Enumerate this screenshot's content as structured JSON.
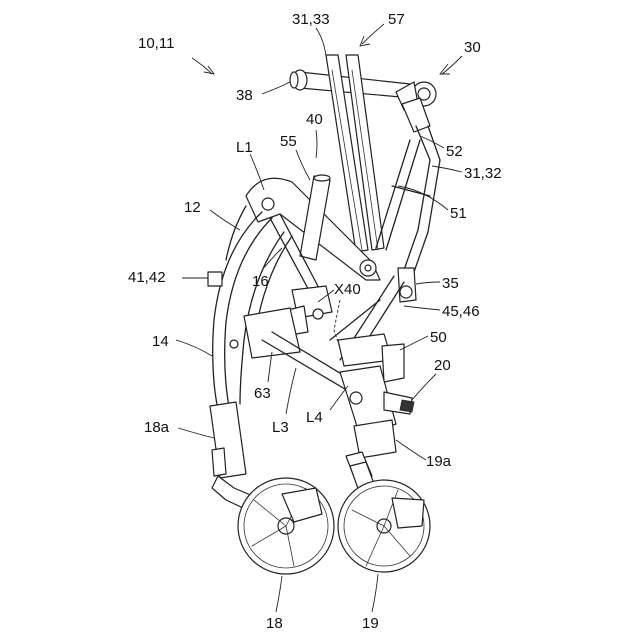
{
  "labels": {
    "l_10_11": "10,11",
    "l_31_33": "31,33",
    "l_57": "57",
    "l_30": "30",
    "l_38": "38",
    "l_40": "40",
    "l_55": "55",
    "l_L1": "L1",
    "l_52": "52",
    "l_31_32": "31,32",
    "l_12": "12",
    "l_51": "51",
    "l_41_42": "41,42",
    "l_16": "16",
    "l_35": "35",
    "l_X40": "X40",
    "l_45_46": "45,46",
    "l_14": "14",
    "l_50": "50",
    "l_63": "63",
    "l_20": "20",
    "l_L3": "L3",
    "l_L4": "L4",
    "l_18a": "18a",
    "l_19a": "19a",
    "l_18": "18",
    "l_19": "19"
  }
}
